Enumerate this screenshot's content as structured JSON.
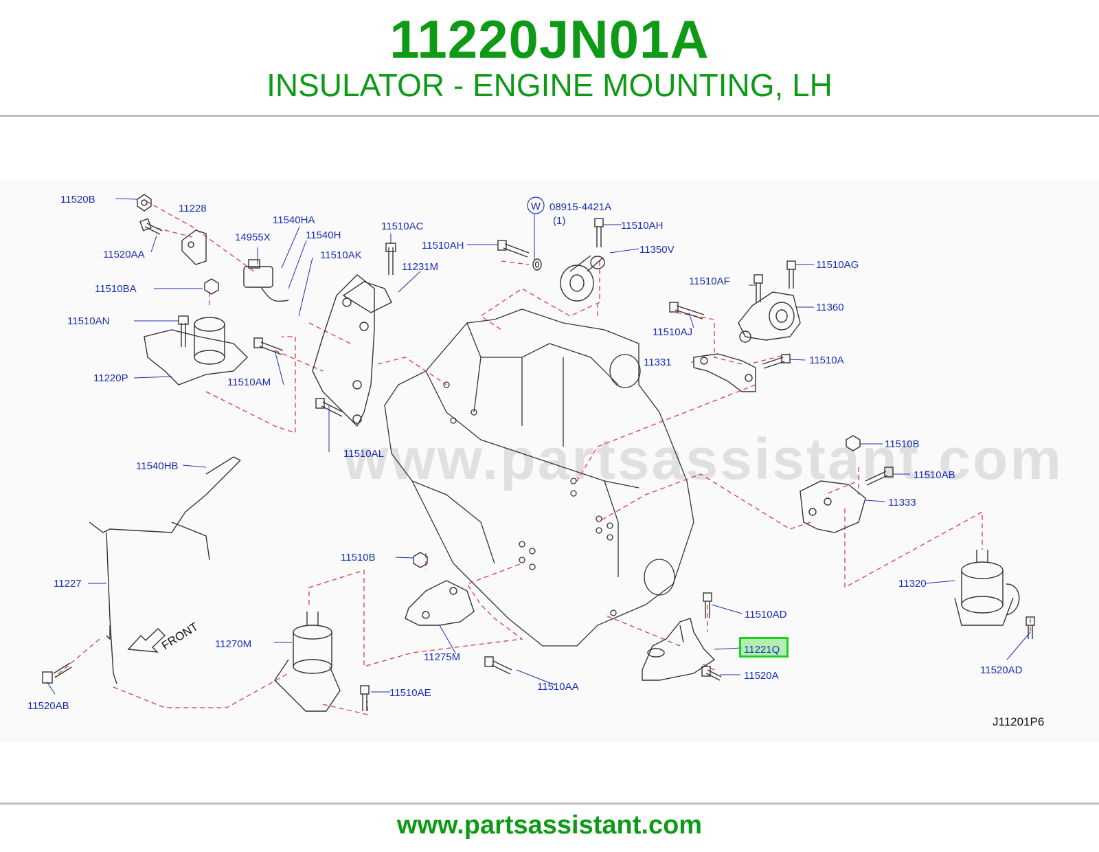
{
  "header": {
    "part_number": "11220JN01A",
    "part_name": "INSULATOR - ENGINE MOUNTING, LH"
  },
  "diagram": {
    "callouts": {
      "c11520B": "11520B",
      "c11228": "11228",
      "c11520AA": "11520AA",
      "c11540HA": "11540HA",
      "c14955X": "14955X",
      "c11540H": "11540H",
      "c11510AC": "11510AC",
      "c08915": "08915-4421A",
      "c08915qty": "(1)",
      "c11510AH_a": "11510AH",
      "c11510AH_b": "11510AH",
      "c11350V": "11350V",
      "c11510AK": "11510AK",
      "c11231M": "11231M",
      "c11510BA": "11510BA",
      "c11510AG": "11510AG",
      "c11510AF": "11510AF",
      "c11360": "11360",
      "c11510AN": "11510AN",
      "c11510AJ": "11510AJ",
      "c11331": "11331",
      "c11510A": "11510A",
      "c11220P": "11220P",
      "c11510AM": "11510AM",
      "c11510AL": "11510AL",
      "c11510B_a": "11510B",
      "c11510AB": "11510AB",
      "c11540HB": "11540HB",
      "c11333": "11333",
      "c11510B_b": "11510B",
      "c11227": "11227",
      "c11320": "11320",
      "c11510AD": "11510AD",
      "c11270M": "11270M",
      "c11221Q": "11221Q",
      "c11275M": "11275M",
      "c11520A": "11520A",
      "c11520AD": "11520AD",
      "c11510AA": "11510AA",
      "c11510AE": "11510AE",
      "c11520AB": "11520AB"
    },
    "washer_symbol": "W",
    "front_label": "FRONT",
    "reference_code": "J11201P6",
    "highlighted_part": "11221Q"
  },
  "watermark": "www.partsassistant.com",
  "footer": {
    "url": "www.partsassistant.com"
  },
  "colors": {
    "title_green": "#0e9a16",
    "callout_blue": "#1a2fb5",
    "leader_red": "#e23a3a",
    "highlight_green": "#1fd11f"
  }
}
